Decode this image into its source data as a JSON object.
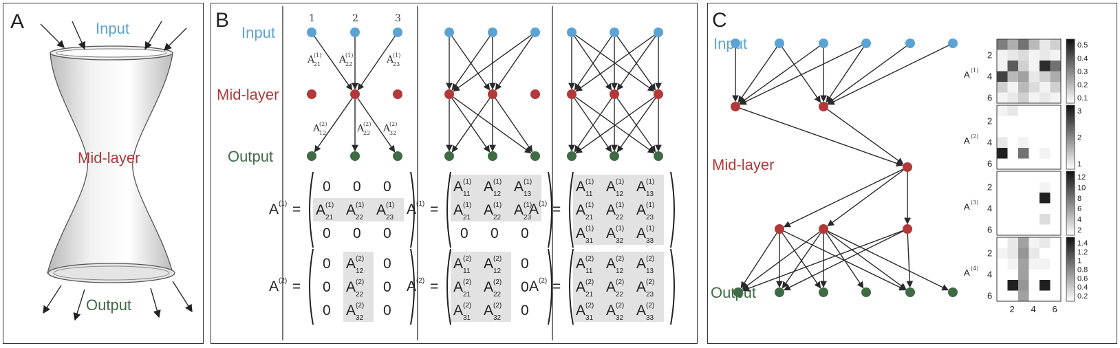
{
  "panelA": {
    "panel_label": "A",
    "input_label": "Input",
    "mid_label": "Mid-layer",
    "output_label": "Output"
  },
  "panelB": {
    "panel_label": "B",
    "input_label": "Input",
    "mid_label": "Mid-layer",
    "output_label": "Output",
    "node_numbers": [
      "1",
      "2",
      "3"
    ],
    "edge_labels_top": [
      {
        "base": "A",
        "sup": "(1)",
        "sub": "21"
      },
      {
        "base": "A",
        "sup": "(1)",
        "sub": "22"
      },
      {
        "base": "A",
        "sup": "(1)",
        "sub": "23"
      }
    ],
    "edge_labels_bottom": [
      {
        "base": "A",
        "sup": "(2)",
        "sub": "12"
      },
      {
        "base": "A",
        "sup": "(2)",
        "sub": "22"
      },
      {
        "base": "A",
        "sup": "(2)",
        "sub": "32"
      }
    ],
    "matrix_names": [
      "A(1) =",
      "A(2) ="
    ],
    "matrices": [
      {
        "A1": [
          [
            "0",
            "0",
            "0"
          ],
          [
            "A21",
            "A22",
            "A23"
          ],
          [
            "0",
            "0",
            "0"
          ]
        ],
        "A1_shaded": [
          [
            0,
            0,
            0
          ],
          [
            1,
            1,
            1
          ],
          [
            0,
            0,
            0
          ]
        ],
        "A2": [
          [
            "0",
            "A12",
            "0"
          ],
          [
            "0",
            "A22",
            "0"
          ],
          [
            "0",
            "A32",
            "0"
          ]
        ],
        "A2_shaded": [
          [
            0,
            1,
            0
          ],
          [
            0,
            1,
            0
          ],
          [
            0,
            1,
            0
          ]
        ]
      },
      {
        "A1": [
          [
            "A11",
            "A12",
            "A13"
          ],
          [
            "A21",
            "A22",
            "A23"
          ],
          [
            "0",
            "0",
            "0"
          ]
        ],
        "A1_shaded": [
          [
            1,
            1,
            1
          ],
          [
            1,
            1,
            1
          ],
          [
            0,
            0,
            0
          ]
        ],
        "A2": [
          [
            "A11",
            "A12",
            "0"
          ],
          [
            "A21",
            "A22",
            "0"
          ],
          [
            "A31",
            "A32",
            "0"
          ]
        ],
        "A2_shaded": [
          [
            1,
            1,
            0
          ],
          [
            1,
            1,
            0
          ],
          [
            1,
            1,
            0
          ]
        ]
      },
      {
        "A1": [
          [
            "A11",
            "A12",
            "A13"
          ],
          [
            "A21",
            "A22",
            "A23"
          ],
          [
            "A31",
            "A32",
            "A33"
          ]
        ],
        "A1_shaded": [
          [
            1,
            1,
            1
          ],
          [
            1,
            1,
            1
          ],
          [
            1,
            1,
            1
          ]
        ],
        "A2": [
          [
            "A11",
            "A12",
            "A13"
          ],
          [
            "A21",
            "A22",
            "A23"
          ],
          [
            "A31",
            "A32",
            "A33"
          ]
        ],
        "A2_shaded": [
          [
            1,
            1,
            1
          ],
          [
            1,
            1,
            1
          ],
          [
            1,
            1,
            1
          ]
        ]
      }
    ]
  },
  "panelC": {
    "panel_label": "C",
    "input_label": "Input",
    "mid_label": "Mid-layer",
    "output_label": "Output",
    "heatmaps": [
      {
        "name": "A(1)",
        "row_ticks": [
          "2",
          "4",
          "6"
        ],
        "colorbar_ticks": [
          "0.5",
          "0.4",
          "0.3",
          "0.2",
          "0.1"
        ]
      },
      {
        "name": "A(2)",
        "row_ticks": [
          "2",
          "4",
          "6"
        ],
        "colorbar_ticks": [
          "3",
          "2",
          "1"
        ]
      },
      {
        "name": "A(3)",
        "row_ticks": [
          "2",
          "4",
          "6"
        ],
        "colorbar_ticks": [
          "12",
          "10",
          "8",
          "6",
          "4",
          "2"
        ]
      },
      {
        "name": "A(4)",
        "row_ticks": [
          "2",
          "4",
          "6"
        ],
        "colorbar_ticks": [
          "1.4",
          "1.2",
          "1",
          "0.8",
          "0.6",
          "0.4",
          "0.2"
        ]
      }
    ],
    "col_ticks": [
      "2",
      "4",
      "6"
    ]
  },
  "colors": {
    "input": "#5ba3d4",
    "mid": "#b2383a",
    "output": "#3f6b45",
    "shade": "#e2e2e2"
  }
}
